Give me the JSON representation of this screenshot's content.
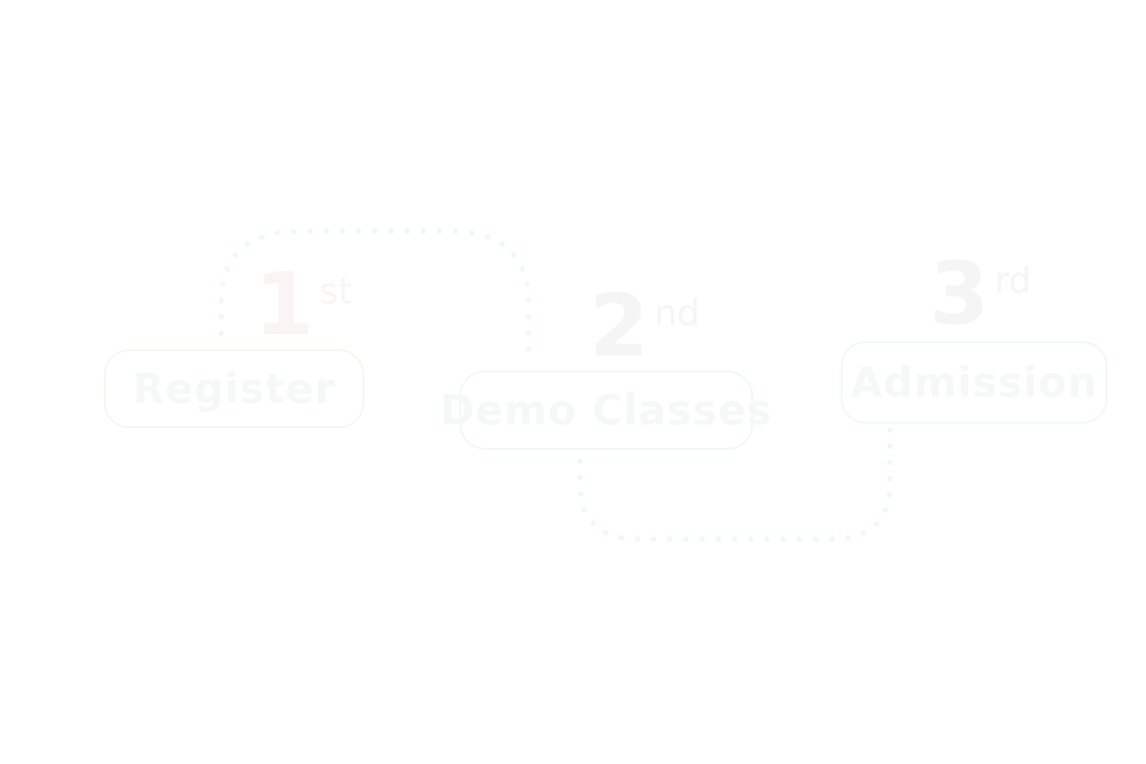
{
  "colors": {
    "connector": "#eef9f6",
    "box_border": "#eef9f6",
    "box_border_first": "#f3f8ee",
    "label_text": "#f4f9f7",
    "number_text": "#f6f5f5",
    "first_number_text": "#fbf4f4"
  },
  "steps": [
    {
      "number": "1",
      "suffix": "st",
      "label": "Register"
    },
    {
      "number": "2",
      "suffix": "nd",
      "label": "Demo Classes"
    },
    {
      "number": "3",
      "suffix": "rd",
      "label": "Admission"
    }
  ]
}
